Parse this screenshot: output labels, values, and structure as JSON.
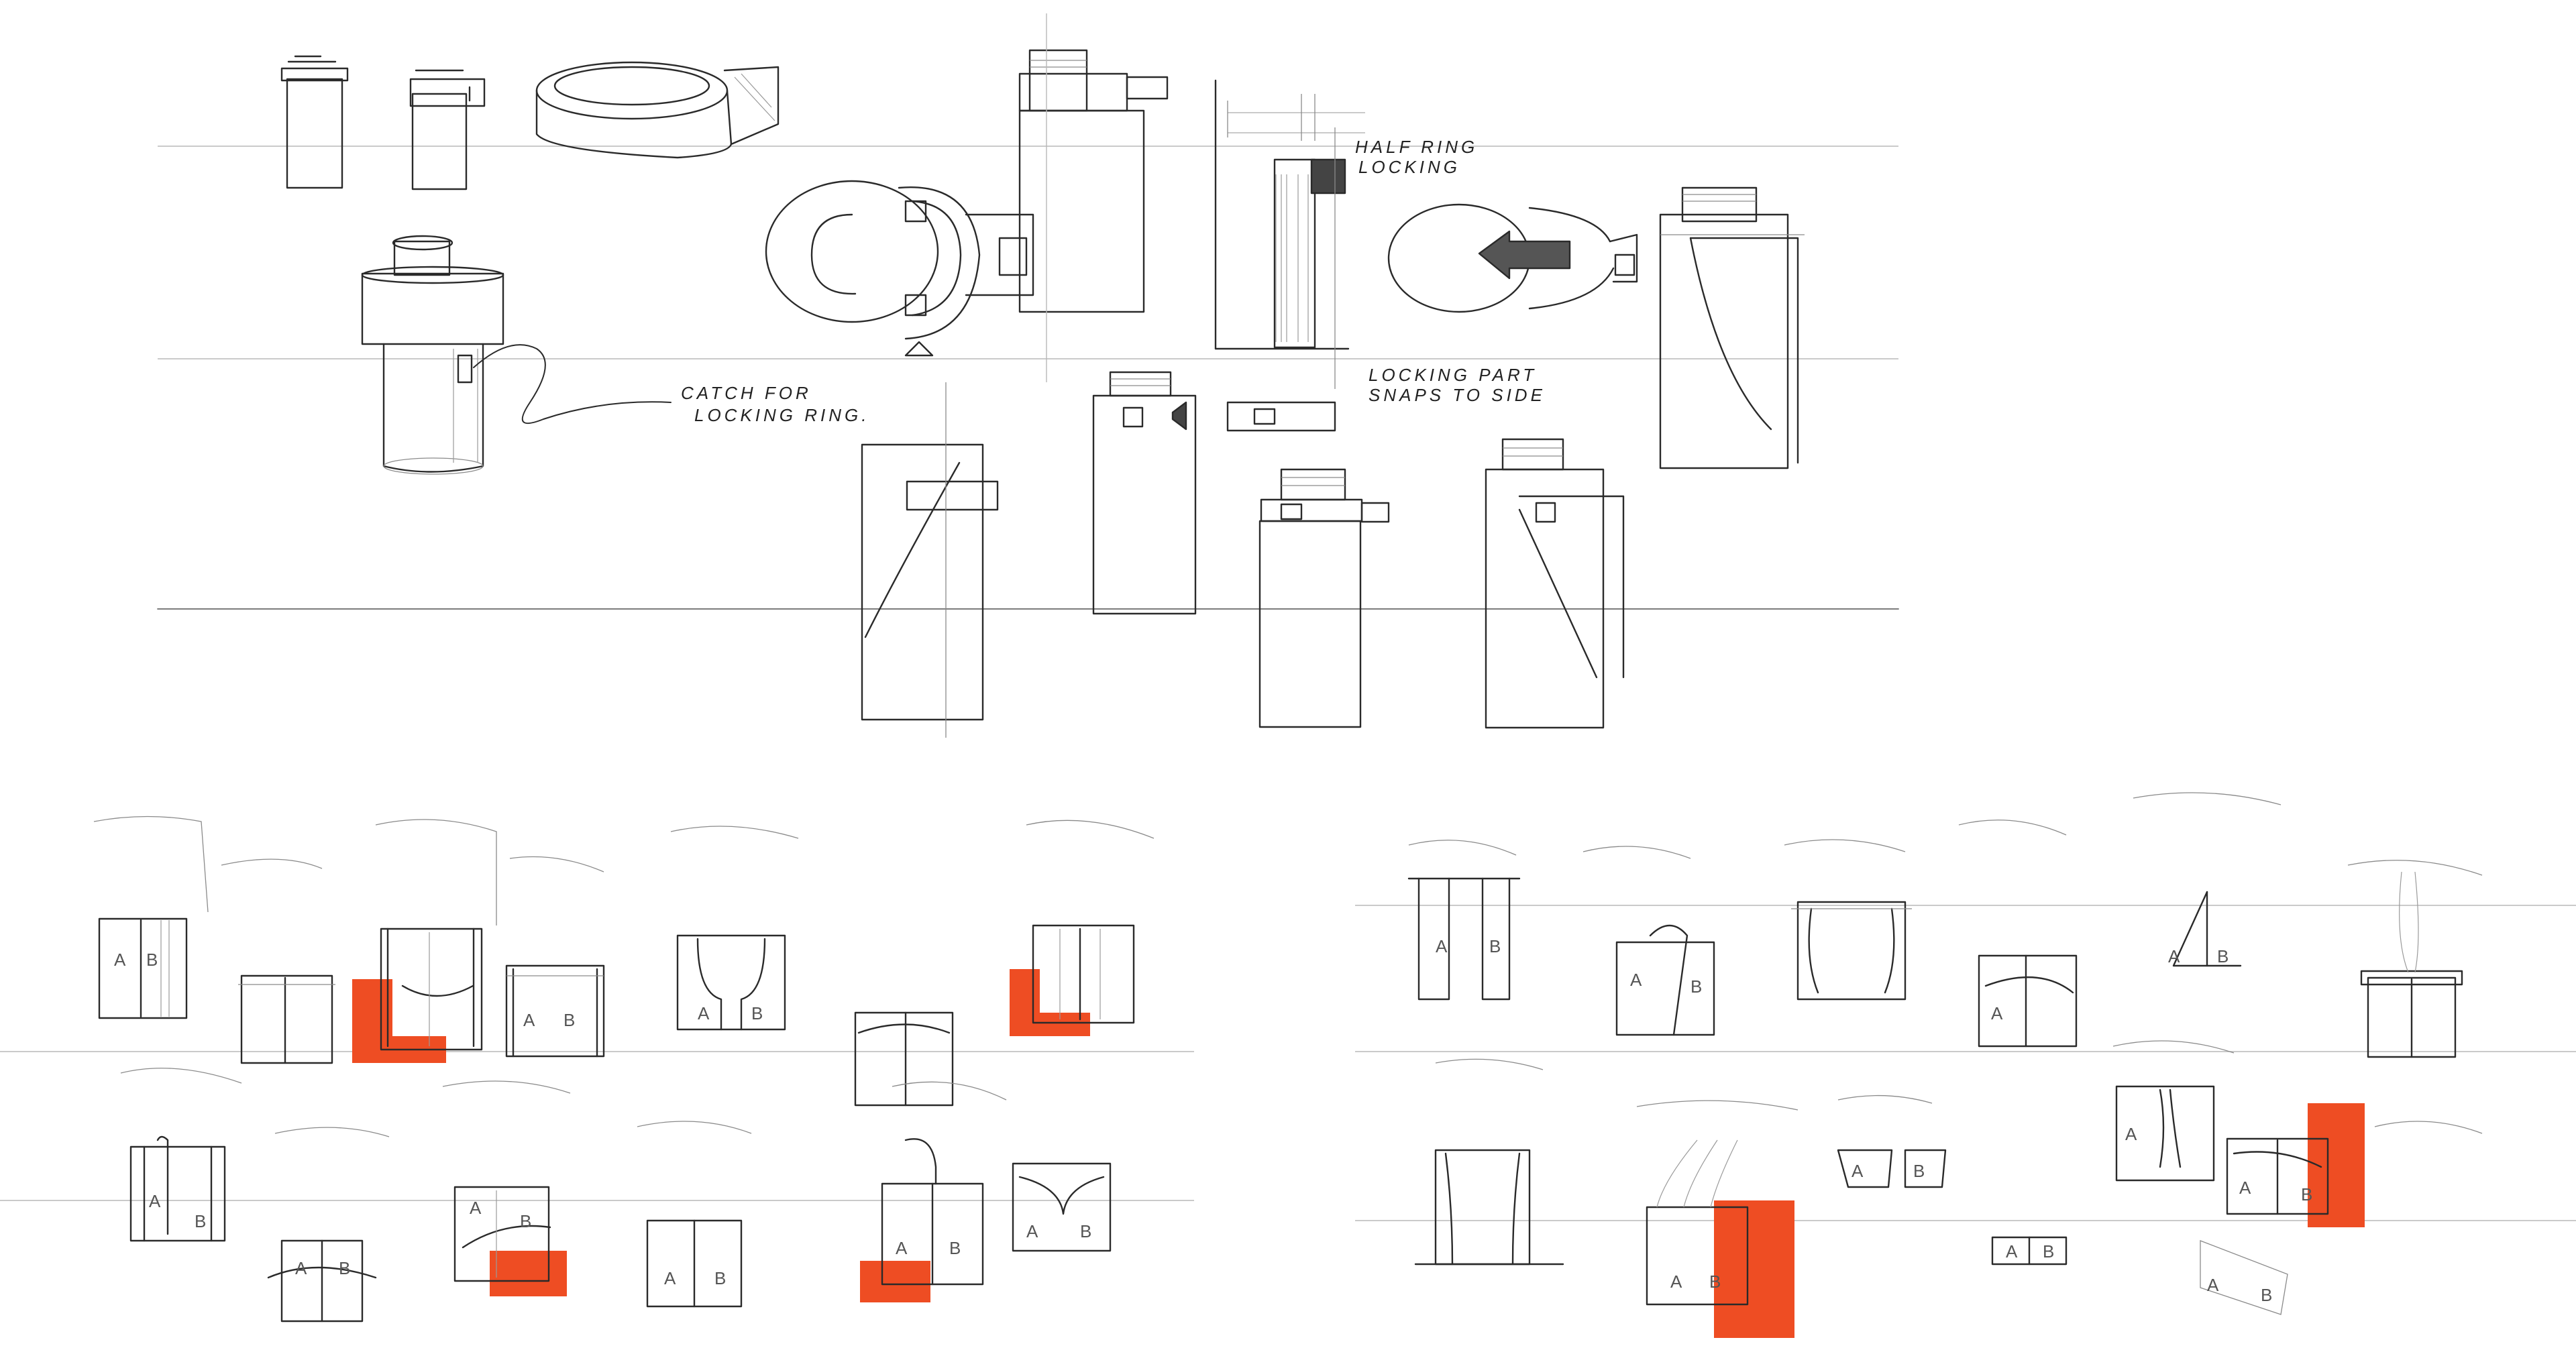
{
  "annotations": {
    "catch_line1": "CATCH FOR",
    "catch_line2": "LOCKING RING.",
    "half_ring_line1": "HALF RING",
    "half_ring_line2": "LOCKING",
    "locking_part_line1": "LOCKING PART",
    "locking_part_line2": "SNAPS TO SIDE"
  },
  "labels": {
    "a": "A",
    "b": "B"
  },
  "colors": {
    "ink": "#2a2a2a",
    "guide": "#b8b8b8",
    "accent": "#ee4d23",
    "background": "#ffffff"
  }
}
